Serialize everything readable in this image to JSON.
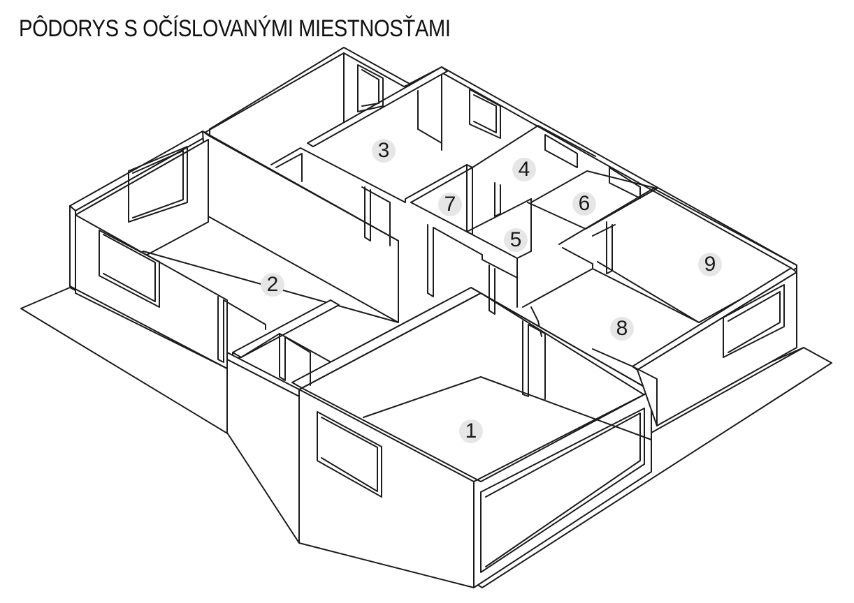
{
  "title": "PÔDORYS S OČÍSLOVANÝMI MIESTNOSŤAMI",
  "rooms": [
    {
      "number": "1"
    },
    {
      "number": "2"
    },
    {
      "number": "3"
    },
    {
      "number": "4"
    },
    {
      "number": "5"
    },
    {
      "number": "6"
    },
    {
      "number": "7"
    },
    {
      "number": "8"
    },
    {
      "number": "9"
    }
  ]
}
